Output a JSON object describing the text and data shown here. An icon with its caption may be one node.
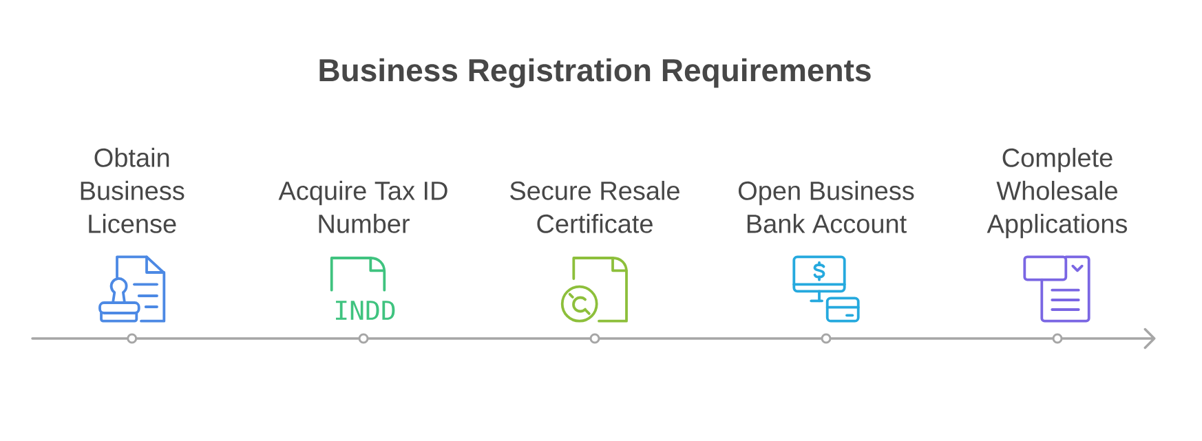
{
  "diagram": {
    "title": "Business Registration Requirements",
    "nodes": [
      {
        "text": [
          "Obtain Business License"
        ]
      },
      {
        "text": [
          "Acquire Tax ID Number"
        ]
      },
      {
        "text": [
          "Secure Resale Certificate"
        ]
      },
      {
        "text": [
          "Open Business Bank Account"
        ]
      },
      {
        "text": [
          "Complete Wholesale Applications"
        ]
      }
    ],
    "labels": [
      "INDD"
    ]
  }
}
